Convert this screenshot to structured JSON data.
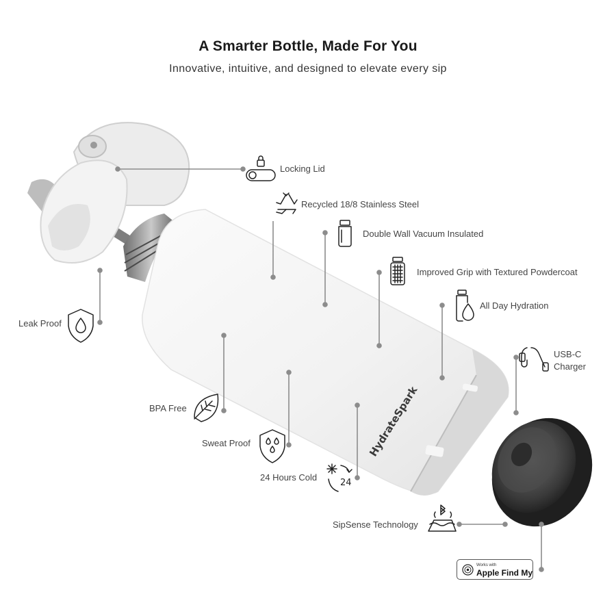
{
  "header": {
    "title": "A Smarter Bottle, Made For You",
    "subtitle": "Innovative, intuitive, and designed to elevate every sip"
  },
  "product": {
    "brand_on_bottle": "HydrateSpark"
  },
  "features": {
    "locking_lid": {
      "label": "Locking Lid",
      "icon": "lock-toggle-icon"
    },
    "recycled_steel": {
      "label": "Recycled 18/8 Stainless Steel",
      "icon": "recycle-icon"
    },
    "double_wall": {
      "label": "Double Wall Vacuum Insulated",
      "icon": "insulated-bottle-icon"
    },
    "grip": {
      "label": "Improved Grip with Textured Powdercoat",
      "icon": "textured-bottle-icon"
    },
    "hydration": {
      "label": "All Day Hydration",
      "icon": "water-bottle-drop-icon"
    },
    "usb_c_line1": "USB-C",
    "usb_c_line2": "Charger",
    "usb_c_icon": "usb-c-cable-icon",
    "leak_proof": {
      "label": "Leak Proof",
      "icon": "shield-drop-icon"
    },
    "bpa_free": {
      "label": "BPA Free",
      "icon": "leaf-icon"
    },
    "sweat_proof": {
      "label": "Sweat Proof",
      "icon": "shield-droplets-icon"
    },
    "cold": {
      "label": "24 Hours Cold",
      "icon": "snowflake-24-icon",
      "icon_text": "24"
    },
    "sipsense": {
      "label": "SipSense Technology",
      "icon": "bluetooth-base-icon"
    }
  },
  "badge": {
    "small_text": "Works with",
    "main_text": "Apple Find My",
    "icon": "find-my-icon"
  },
  "colors": {
    "bottle_body": "#f4f4f4",
    "bottle_base": "#dcdcdc",
    "steel_neck": "#8a8a8a",
    "puck_dark": "#2a2a2a",
    "callout_line": "#8c8c8c",
    "text": "#444444"
  }
}
